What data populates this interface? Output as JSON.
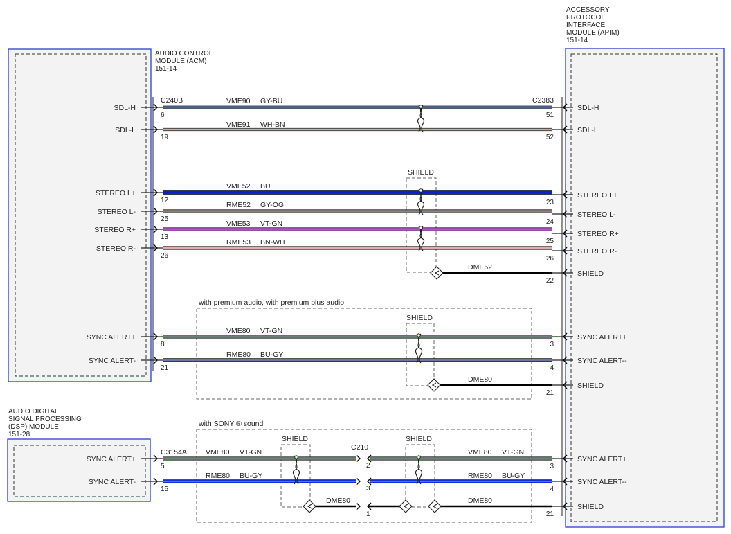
{
  "modules": {
    "acm": {
      "title": [
        "AUDIO CONTROL",
        "MODULE (ACM)",
        "151-14"
      ]
    },
    "apim": {
      "title": [
        "ACCESSORY",
        "PROTOCOL",
        "INTERFACE",
        "MODULE (APIM)",
        "151-14"
      ]
    },
    "dsp": {
      "title": [
        "AUDIO DIGITAL",
        "SIGNAL PROCESSING",
        "(DSP) MODULE",
        "151-28"
      ]
    }
  },
  "connectors": {
    "acm": "C240B",
    "apim": "C2383",
    "dsp": "C3154A",
    "inline": "C210"
  },
  "groups": {
    "premium": "with premium audio, with premium plus audio",
    "sony": "with SONY ® sound"
  },
  "shield_label": "SHIELD",
  "acm_pins": [
    {
      "label": "SDL-H",
      "pin": "6"
    },
    {
      "label": "SDL-L",
      "pin": "19"
    },
    {
      "label": "STEREO L+",
      "pin": "12"
    },
    {
      "label": "STEREO L-",
      "pin": "25"
    },
    {
      "label": "STEREO R+",
      "pin": "13"
    },
    {
      "label": "STEREO R-",
      "pin": "26"
    },
    {
      "label": "SYNC ALERT+",
      "pin": "8"
    },
    {
      "label": "SYNC ALERT-",
      "pin": "21"
    }
  ],
  "dsp_pins": [
    {
      "label": "SYNC ALERT+",
      "pin": "5"
    },
    {
      "label": "SYNC ALERT-",
      "pin": "15"
    }
  ],
  "apim_pins": [
    {
      "label": "SDL-H",
      "pin": "51"
    },
    {
      "label": "SDL-L",
      "pin": "52"
    },
    {
      "label": "STEREO L+",
      "pin": "23"
    },
    {
      "label": "STEREO L-",
      "pin": "24"
    },
    {
      "label": "STEREO R+",
      "pin": "25"
    },
    {
      "label": "STEREO R-",
      "pin": "26"
    },
    {
      "label": "SHIELD",
      "pin": "22"
    },
    {
      "label": "SYNC ALERT+",
      "pin": "3"
    },
    {
      "label": "SYNC ALERT--",
      "pin": "4"
    },
    {
      "label": "SHIELD",
      "pin": "21"
    },
    {
      "label": "SYNC ALERT+",
      "pin": "3"
    },
    {
      "label": "SYNC ALERT--",
      "pin": "4"
    },
    {
      "label": "SHIELD",
      "pin": "21"
    }
  ],
  "wires": [
    {
      "circuit": "VME90",
      "color": "GY-BU",
      "colors": [
        "#6f7fa6",
        "#1f3fd0"
      ]
    },
    {
      "circuit": "VME91",
      "color": "WH-BN",
      "colors": [
        "#ffffff",
        "#a0522d"
      ]
    },
    {
      "circuit": "VME52",
      "color": "BU",
      "colors": [
        "#1020d0",
        "#1020d0"
      ]
    },
    {
      "circuit": "RME52",
      "color": "GY-OG",
      "colors": [
        "#8c8c8c",
        "#c87020"
      ]
    },
    {
      "circuit": "VME53",
      "color": "VT-GN",
      "colors": [
        "#c060d8",
        "#3a9a3a"
      ]
    },
    {
      "circuit": "RME53",
      "color": "BN-WH",
      "colors": [
        "#b02020",
        "#ffffff"
      ]
    },
    {
      "circuit": "VME80",
      "color": "VT-GN",
      "colors": [
        "#c060d8",
        "#3a9a3a"
      ]
    },
    {
      "circuit": "RME80",
      "color": "BU-GY",
      "colors": [
        "#1030e0",
        "#8c8c8c"
      ]
    },
    {
      "circuit": "VME80",
      "color": "VT-GN",
      "colors": [
        "#c060d8",
        "#3a9a3a"
      ]
    },
    {
      "circuit": "RME80",
      "color": "BU-GY",
      "colors": [
        "#1030e0",
        "#8c8c8c"
      ]
    },
    {
      "circuit": "VME80",
      "color": "VT-GN",
      "colors": [
        "#c060d8",
        "#3a9a3a"
      ]
    },
    {
      "circuit": "RME80",
      "color": "BU-GY",
      "colors": [
        "#1030e0",
        "#8c8c8c"
      ]
    }
  ],
  "drains": [
    {
      "circuit": "DME52"
    },
    {
      "circuit": "DME80"
    },
    {
      "circuit": "DME80"
    },
    {
      "circuit": "DME80"
    }
  ],
  "c210_pins": [
    "2",
    "3",
    "1"
  ]
}
